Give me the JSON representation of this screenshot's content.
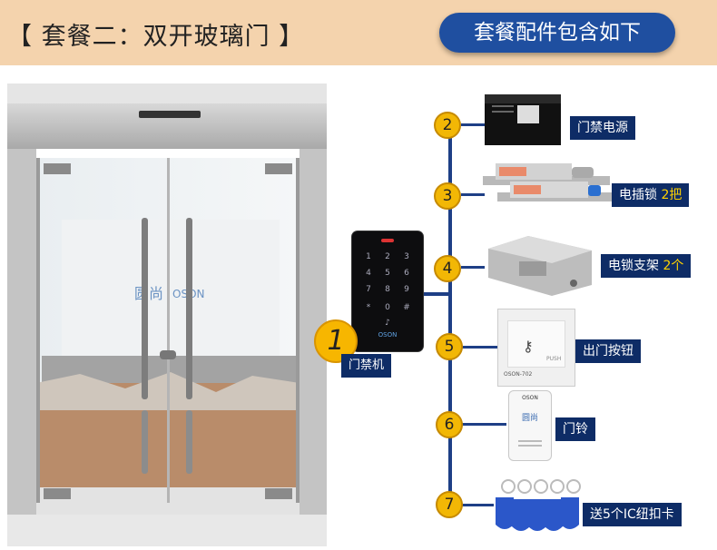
{
  "header": {
    "title": "【 套餐二：双开玻璃门 】",
    "accessories_button": "套餐配件包含如下"
  },
  "door": {
    "logo_text": "OSON"
  },
  "main_device": {
    "number": "1",
    "label": "门禁机",
    "keys": [
      "1",
      "2",
      "3",
      "4",
      "5",
      "6",
      "7",
      "8",
      "9",
      "*",
      "0",
      "#"
    ],
    "brand": "OSON"
  },
  "accessories": [
    {
      "number": "2",
      "label": "门禁电源",
      "qty": ""
    },
    {
      "number": "3",
      "label": "电插锁 ",
      "qty": "2把"
    },
    {
      "number": "4",
      "label": "电锁支架 ",
      "qty": "2个"
    },
    {
      "number": "5",
      "label": "出门按钮",
      "qty": ""
    },
    {
      "number": "6",
      "label": "门铃",
      "qty": ""
    },
    {
      "number": "7",
      "label": "送5个IC纽扣卡",
      "qty": ""
    }
  ],
  "product_marks": {
    "exit_button_model": "OSON-702",
    "exit_button_text": "PUSH",
    "doorbell_brand": "OSON"
  },
  "colors": {
    "header_bg": "#f4d3ad",
    "accent_blue": "#1f4fa0",
    "label_bg": "#0e2c66",
    "badge_yellow": "#f2b705"
  }
}
